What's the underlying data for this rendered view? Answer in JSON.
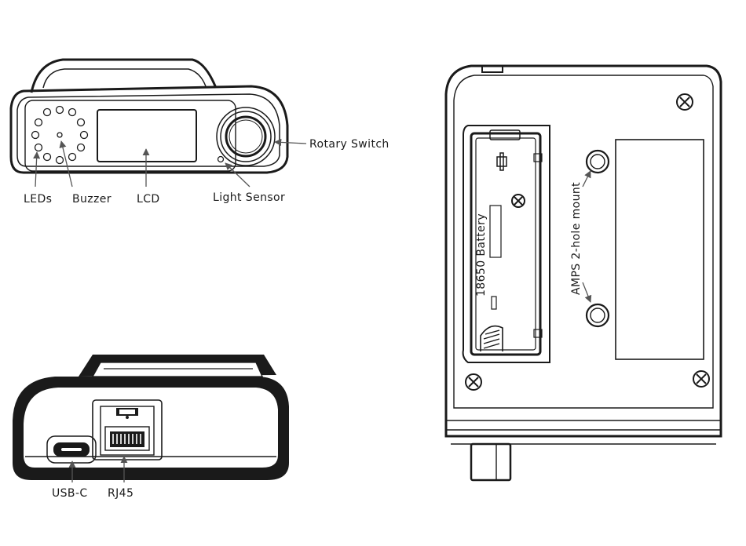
{
  "front_view": {
    "labels": {
      "leds": "LEDs",
      "buzzer": "Buzzer",
      "lcd": "LCD",
      "light_sensor": "Light Sensor",
      "rotary_switch": "Rotary Switch"
    }
  },
  "bottom_view": {
    "labels": {
      "usb_c": "USB-C",
      "rj45": "RJ45"
    }
  },
  "back_view": {
    "labels": {
      "battery": "18650 Battery",
      "mount": "AMPS 2-hole mount"
    },
    "battery_polarity": {
      "plus": "+",
      "minus": "−"
    }
  },
  "colors": {
    "line": "#1a1a1a",
    "arrow": "#555555",
    "background": "#ffffff"
  }
}
